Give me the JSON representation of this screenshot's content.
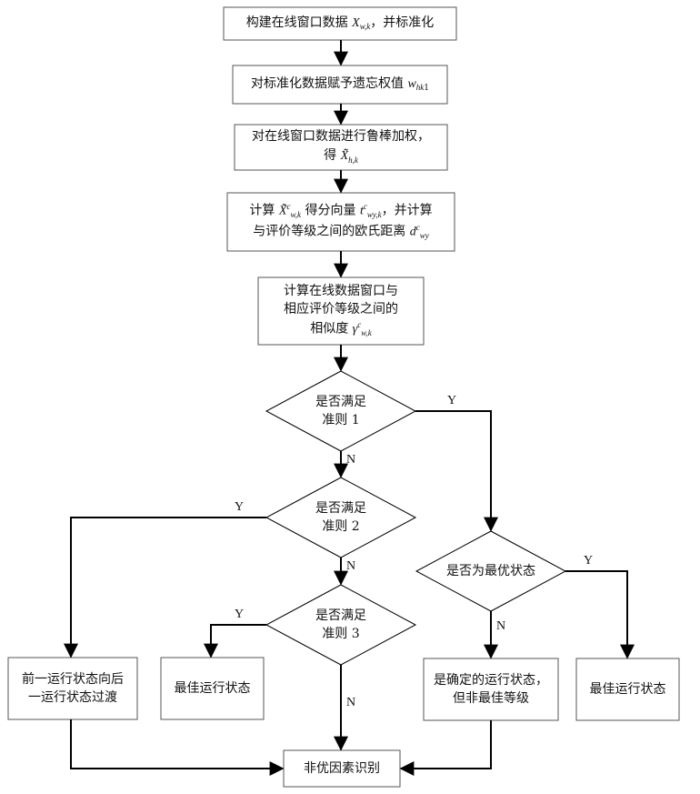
{
  "flowchart": {
    "steps": {
      "s1": "构建在线窗口数据 X_{w,k}，并标准化",
      "s2": "对标准化数据赋予遗忘权值 w_{hk1}",
      "s3": [
        "对在线窗口数据进行鲁棒加权，",
        "得 X̃̃_{h,k}"
      ],
      "s4": [
        "计算 X̃̃^c_{w,k} 得分向量 t^c_{wy,k}，并计算",
        "与评价等级之间的欧氏距离 d^c_{wy}"
      ],
      "s5": [
        "计算在线数据窗口与",
        "相应评价等级之间的",
        "相似度 γ^c_{w,k}"
      ]
    },
    "decisions": {
      "d1": [
        "是否满足",
        "准则 1"
      ],
      "d2": [
        "是否满足",
        "准则 2"
      ],
      "d3": [
        "是否满足",
        "准则 3"
      ],
      "d4": "是否为最优状态"
    },
    "outcomes": {
      "o1": [
        "前一运行状态向后",
        "一运行状态过渡"
      ],
      "o2": "最佳运行状态",
      "o3": [
        "是确定的运行状态，",
        "但非最佳等级"
      ],
      "o4": "最佳运行状态"
    },
    "final": "非优因素识别",
    "edge_labels": {
      "yes": "Y",
      "no": "N"
    }
  }
}
